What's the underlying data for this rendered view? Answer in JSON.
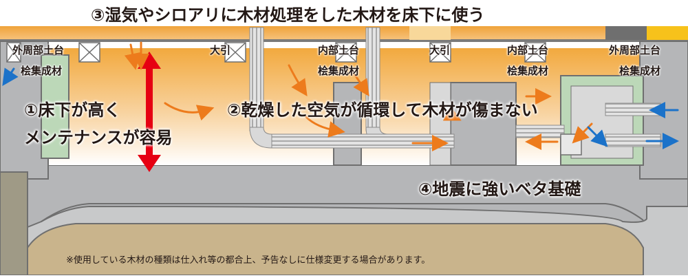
{
  "title": "③湿気やシロアリに木材処理をした木材を床下に使う",
  "labels": {
    "outer_sill_left": "外周部土台",
    "laminated_left": "桧集成材",
    "oohiki_1": "大引",
    "inner_sill_1": "内部土台",
    "laminated_mid1": "桧集成材",
    "oohiki_2": "大引",
    "inner_sill_2": "内部土台",
    "laminated_mid2": "桧集成材",
    "outer_sill_right": "外周部土台",
    "laminated_right": "桧集成材"
  },
  "features": {
    "f1_line1": "①床下が高く",
    "f1_line2": "メンテナンスが容易",
    "f2": "②乾燥した空気が循環して木材が傷まない",
    "f4": "④地震に強いベタ基礎"
  },
  "note": "※使用している木材の種類は仕入れ等の都合上、予告なしに仕様変更する場合があります。",
  "colors": {
    "concrete": "#b5b6b8",
    "concrete_dark": "#8e8f91",
    "timber": "#f3b24a",
    "floor_glow": "#f6c98a",
    "sill_frame": "#bcd8b8",
    "red_arrow": "#e60012",
    "orange_arrow": "#ed7b1c",
    "blue_arrow": "#1b72c9",
    "duct": "#d9d9d9"
  }
}
